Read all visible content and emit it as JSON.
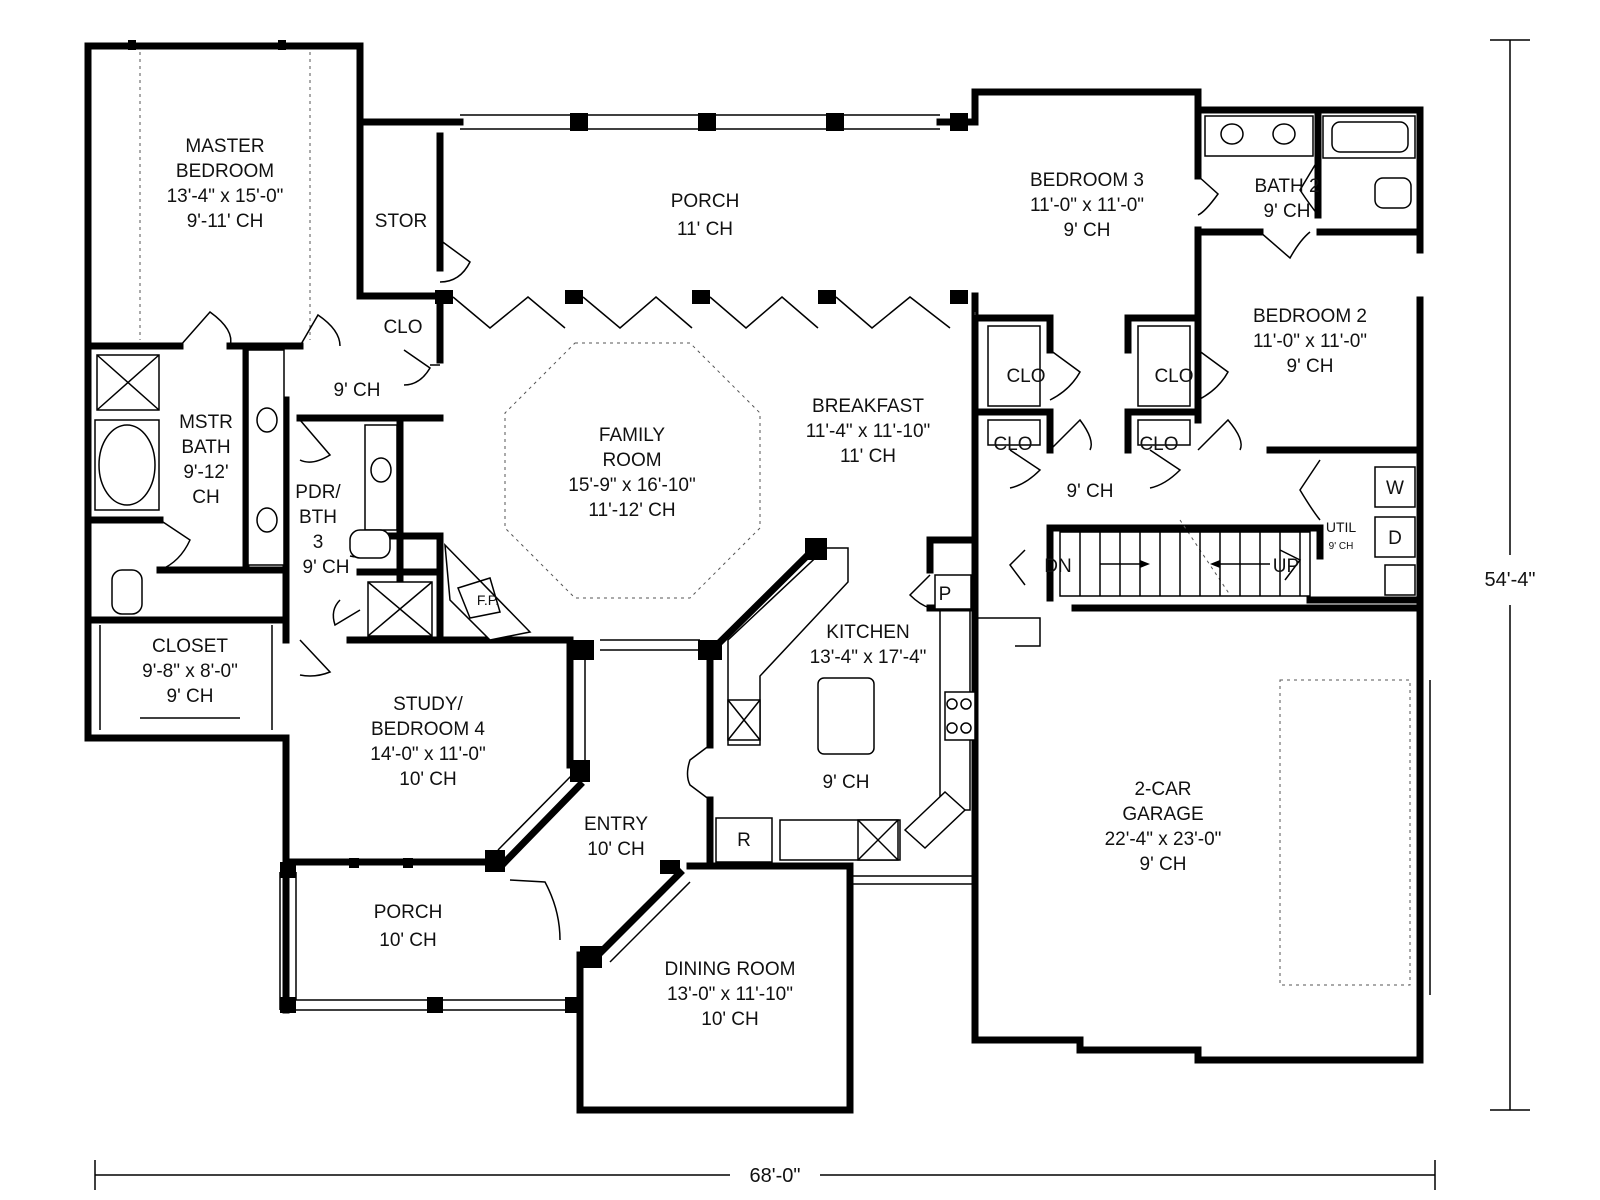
{
  "rooms": {
    "master_bedroom": {
      "name": "MASTER BEDROOM",
      "name1": "MASTER",
      "name2": "BEDROOM",
      "size": "13'-4\" x 15'-0\"",
      "ceiling": "9'-11' CH"
    },
    "mstr_bath": {
      "name1": "MSTR",
      "name2": "BATH",
      "ceiling1": "9'-12'",
      "ceiling2": "CH"
    },
    "closet": {
      "name": "CLOSET",
      "size": "9'-8\" x 8'-0\"",
      "ceiling": "9' CH"
    },
    "stor": {
      "name": "STOR"
    },
    "clo_hall": {
      "name": "CLO"
    },
    "hall_left": {
      "ceiling": "9' CH"
    },
    "pdr_bth": {
      "name1": "PDR/",
      "name2": "BTH",
      "name3": "3",
      "ceiling": "9' CH"
    },
    "fireplace": {
      "name": "F.P."
    },
    "porch_rear": {
      "name": "PORCH",
      "ceiling": "11' CH"
    },
    "family_room": {
      "name1": "FAMILY",
      "name2": "ROOM",
      "size": "15'-9\" x 16'-10\"",
      "ceiling": "11'-12' CH"
    },
    "breakfast": {
      "name": "BREAKFAST",
      "size": "11'-4\" x 11'-10\"",
      "ceiling": "11' CH"
    },
    "bedroom3": {
      "name": "BEDROOM 3",
      "size": "11'-0\" x 11'-0\"",
      "ceiling": "9' CH"
    },
    "bath2": {
      "name": "BATH 2",
      "ceiling": "9' CH"
    },
    "bedroom2": {
      "name": "BEDROOM 2",
      "size": "11'-0\" x 11'-0\"",
      "ceiling": "9' CH"
    },
    "clo_a": {
      "name": "CLO"
    },
    "clo_b": {
      "name": "CLO"
    },
    "clo_c": {
      "name": "CLO"
    },
    "clo_d": {
      "name": "CLO"
    },
    "hall_right": {
      "ceiling": "9' CH"
    },
    "util": {
      "name": "UTIL",
      "ceiling": "9' CH"
    },
    "washer": {
      "name": "W"
    },
    "dryer": {
      "name": "D"
    },
    "stair_dn": {
      "name": "DN"
    },
    "stair_up": {
      "name": "UP"
    },
    "pantry": {
      "name": "P"
    },
    "kitchen": {
      "name": "KITCHEN",
      "size": "13'-4\" x 17'-4\"",
      "ceiling": "9' CH"
    },
    "refrigerator": {
      "name": "R"
    },
    "study": {
      "name1": "STUDY/",
      "name2": "BEDROOM 4",
      "size": "14'-0\" x 11'-0\"",
      "ceiling": "10' CH"
    },
    "entry": {
      "name": "ENTRY",
      "ceiling": "10' CH"
    },
    "porch_front": {
      "name": "PORCH",
      "ceiling": "10' CH"
    },
    "dining": {
      "name": "DINING ROOM",
      "size": "13'-0\" x 11'-10\"",
      "ceiling": "10' CH"
    },
    "garage": {
      "name": "2-CAR",
      "name2": "GARAGE",
      "size": "22'-4\" x 23'-0\"",
      "ceiling": "9' CH"
    }
  },
  "dimensions": {
    "width": "68'-0\"",
    "depth": "54'-4\""
  }
}
